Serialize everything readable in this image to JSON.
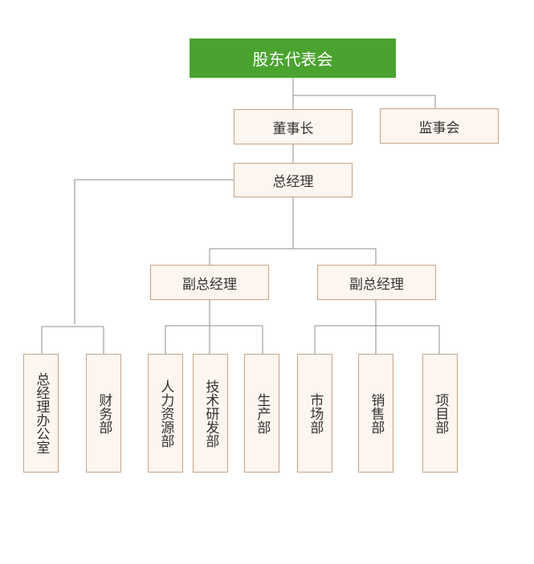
{
  "diagram": {
    "root": "股东代表会",
    "chairman": "董事长",
    "supervisory_board": "监事会",
    "general_manager": "总经理",
    "deputy_gm_1": "副总经理",
    "deputy_gm_2": "副总经理",
    "departments": {
      "gm_office": "总经理办公室",
      "finance": "财务部",
      "hr": "人力资源部",
      "rnd": "技术研发部",
      "production": "生产部",
      "marketing": "市场部",
      "sales": "销售部",
      "projects": "项目部"
    },
    "colors": {
      "root_fill": "#4ba32f",
      "box_fill": "#fdf5ef",
      "box_border": "#c9a383",
      "connector": "#8c8c8c"
    }
  }
}
